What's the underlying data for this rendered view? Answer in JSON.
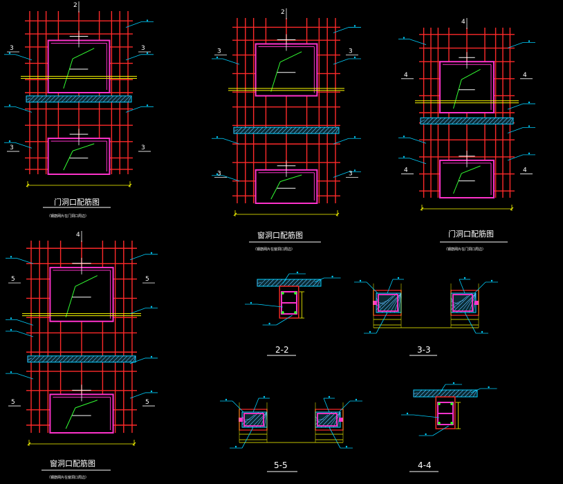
{
  "drawing": {
    "colors": {
      "background": "#000000",
      "rebar": "#ff2a2a",
      "stirrup": "#ff33cc",
      "leader": "#00d0ff",
      "dimension": "#ffff00",
      "accent": "#33ff33",
      "text": "#ffffff"
    },
    "views": [
      {
        "id": "door-1",
        "title": "门洞口配筋图",
        "subtitle": "（钢筋网片在门洞口周边）"
      },
      {
        "id": "window-1",
        "title": "窗洞口配筋图",
        "subtitle": "（钢筋网片在窗洞口周边）"
      },
      {
        "id": "door-2",
        "title": "门洞口配筋图",
        "subtitle": "（钢筋网片在门洞口周边）"
      },
      {
        "id": "window-2",
        "title": "窗洞口配筋图",
        "subtitle": "（钢筋网片在窗洞口周边）"
      }
    ],
    "sections": [
      {
        "id": "s22",
        "label": "2-2"
      },
      {
        "id": "s33",
        "label": "3-3"
      },
      {
        "id": "s55",
        "label": "5-5"
      },
      {
        "id": "s44",
        "label": "4-4"
      }
    ],
    "cut_marks": [
      "2",
      "3",
      "4",
      "5"
    ]
  }
}
